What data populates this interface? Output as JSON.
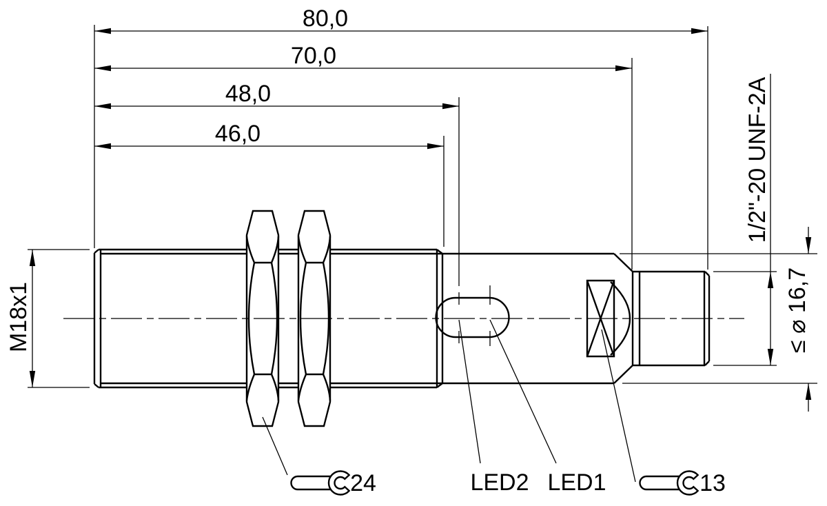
{
  "drawing_type": "technical-dimension-drawing",
  "colors": {
    "line": "#000000",
    "background": "#ffffff"
  },
  "dimensions": {
    "overall_length": "80,0",
    "housing_length": "70,0",
    "led_position": "48,0",
    "thread_length": "46,0",
    "body_thread": "M18x1",
    "connector_thread": "1/2\"-20 UNF-2A",
    "connector_max_diameter": "≤ ⌀ 16,7"
  },
  "labels": {
    "led1": "LED1",
    "led2": "LED2",
    "wrench_size_nut": "24",
    "wrench_size_connector": "13"
  }
}
